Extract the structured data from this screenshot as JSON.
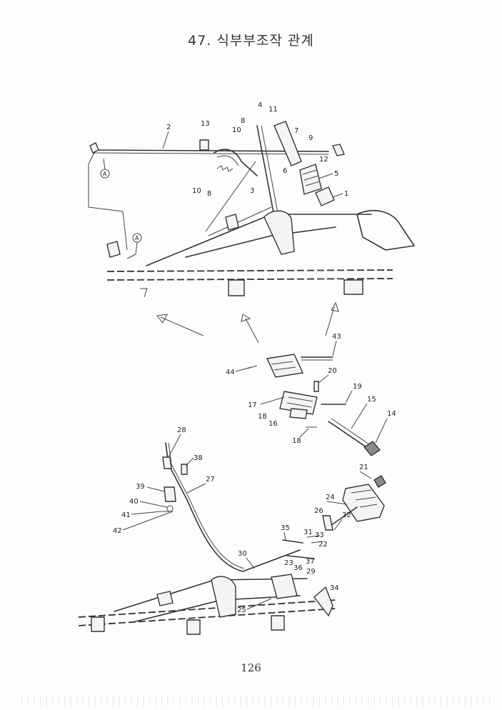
{
  "page": {
    "title": "47. 식부부조작 관계",
    "page_number": "126"
  },
  "top_assembly": {
    "callouts": [
      "2",
      "13",
      "4",
      "11",
      "10",
      "8",
      "7",
      "9",
      "12",
      "6",
      "5",
      "1",
      "3"
    ],
    "connector_mark": "A"
  },
  "middle_assembly": {
    "callouts": [
      "43",
      "44",
      "20",
      "19",
      "17",
      "15",
      "18",
      "16",
      "14"
    ]
  },
  "bottom_assembly": {
    "callouts": [
      "28",
      "38",
      "27",
      "39",
      "40",
      "41",
      "42",
      "21",
      "24",
      "26",
      "32",
      "35",
      "31",
      "33",
      "22",
      "30",
      "23",
      "37",
      "36",
      "29",
      "34",
      "25"
    ]
  }
}
